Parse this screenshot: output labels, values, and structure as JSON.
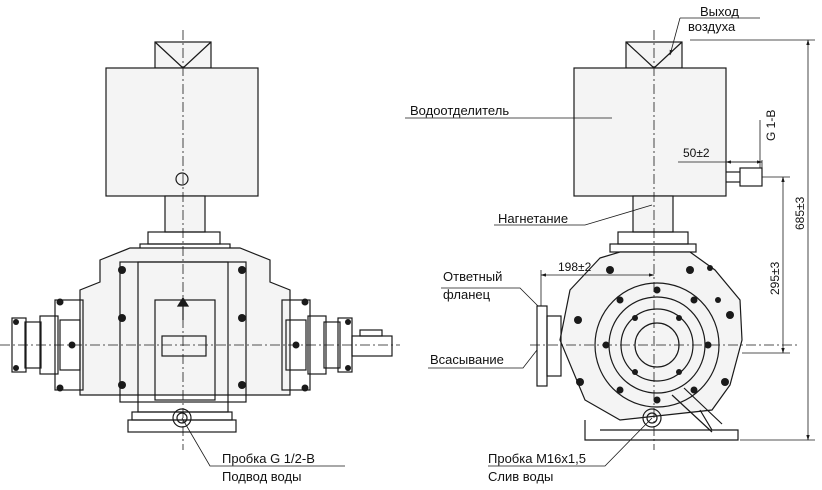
{
  "colors": {
    "line": "#1a1a1a",
    "body_fill": "#f4f4f4",
    "background": "#ffffff"
  },
  "labels": {
    "air_outlet": "Выход\nвоздуха",
    "air_outlet_line1": "Выход",
    "air_outlet_line2": "воздуха",
    "water_separator": "Водоотделитель",
    "discharge": "Нагнетание",
    "return_flange_line1": "Ответный",
    "return_flange_line2": "фланец",
    "suction": "Всасывание",
    "plug_left_line1": "Пробка G 1/2-B",
    "plug_left_line2": "Подвод воды",
    "plug_right_line1": "Пробка  M16x1,5",
    "plug_right_line2": "Слив воды"
  },
  "dimensions": {
    "thread": "G 1-B",
    "offset_50": "50±2",
    "offset_198": "198±2",
    "height_685": "685±3",
    "height_295": "295±3"
  }
}
